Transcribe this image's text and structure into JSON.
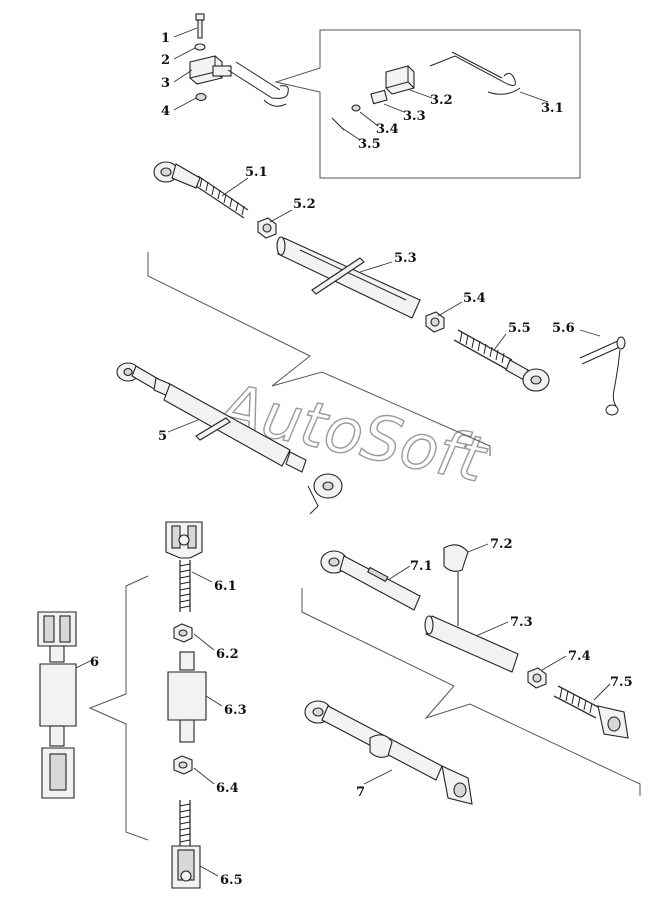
{
  "watermark": "AutoSoft",
  "labels": {
    "p1": "1",
    "p2": "2",
    "p3": "3",
    "p4": "4",
    "p3_1": "3.1",
    "p3_2": "3.2",
    "p3_3": "3.3",
    "p3_4": "3.4",
    "p3_5": "3.5",
    "p5": "5",
    "p5_1": "5.1",
    "p5_2": "5.2",
    "p5_3": "5.3",
    "p5_4": "5.4",
    "p5_5": "5.5",
    "p5_6": "5.6",
    "p6": "6",
    "p6_1": "6.1",
    "p6_2": "6.2",
    "p6_3": "6.3",
    "p6_4": "6.4",
    "p6_5": "6.5",
    "p7": "7",
    "p7_1": "7.1",
    "p7_2": "7.2",
    "p7_3": "7.3",
    "p7_4": "7.4",
    "p7_5": "7.5"
  }
}
